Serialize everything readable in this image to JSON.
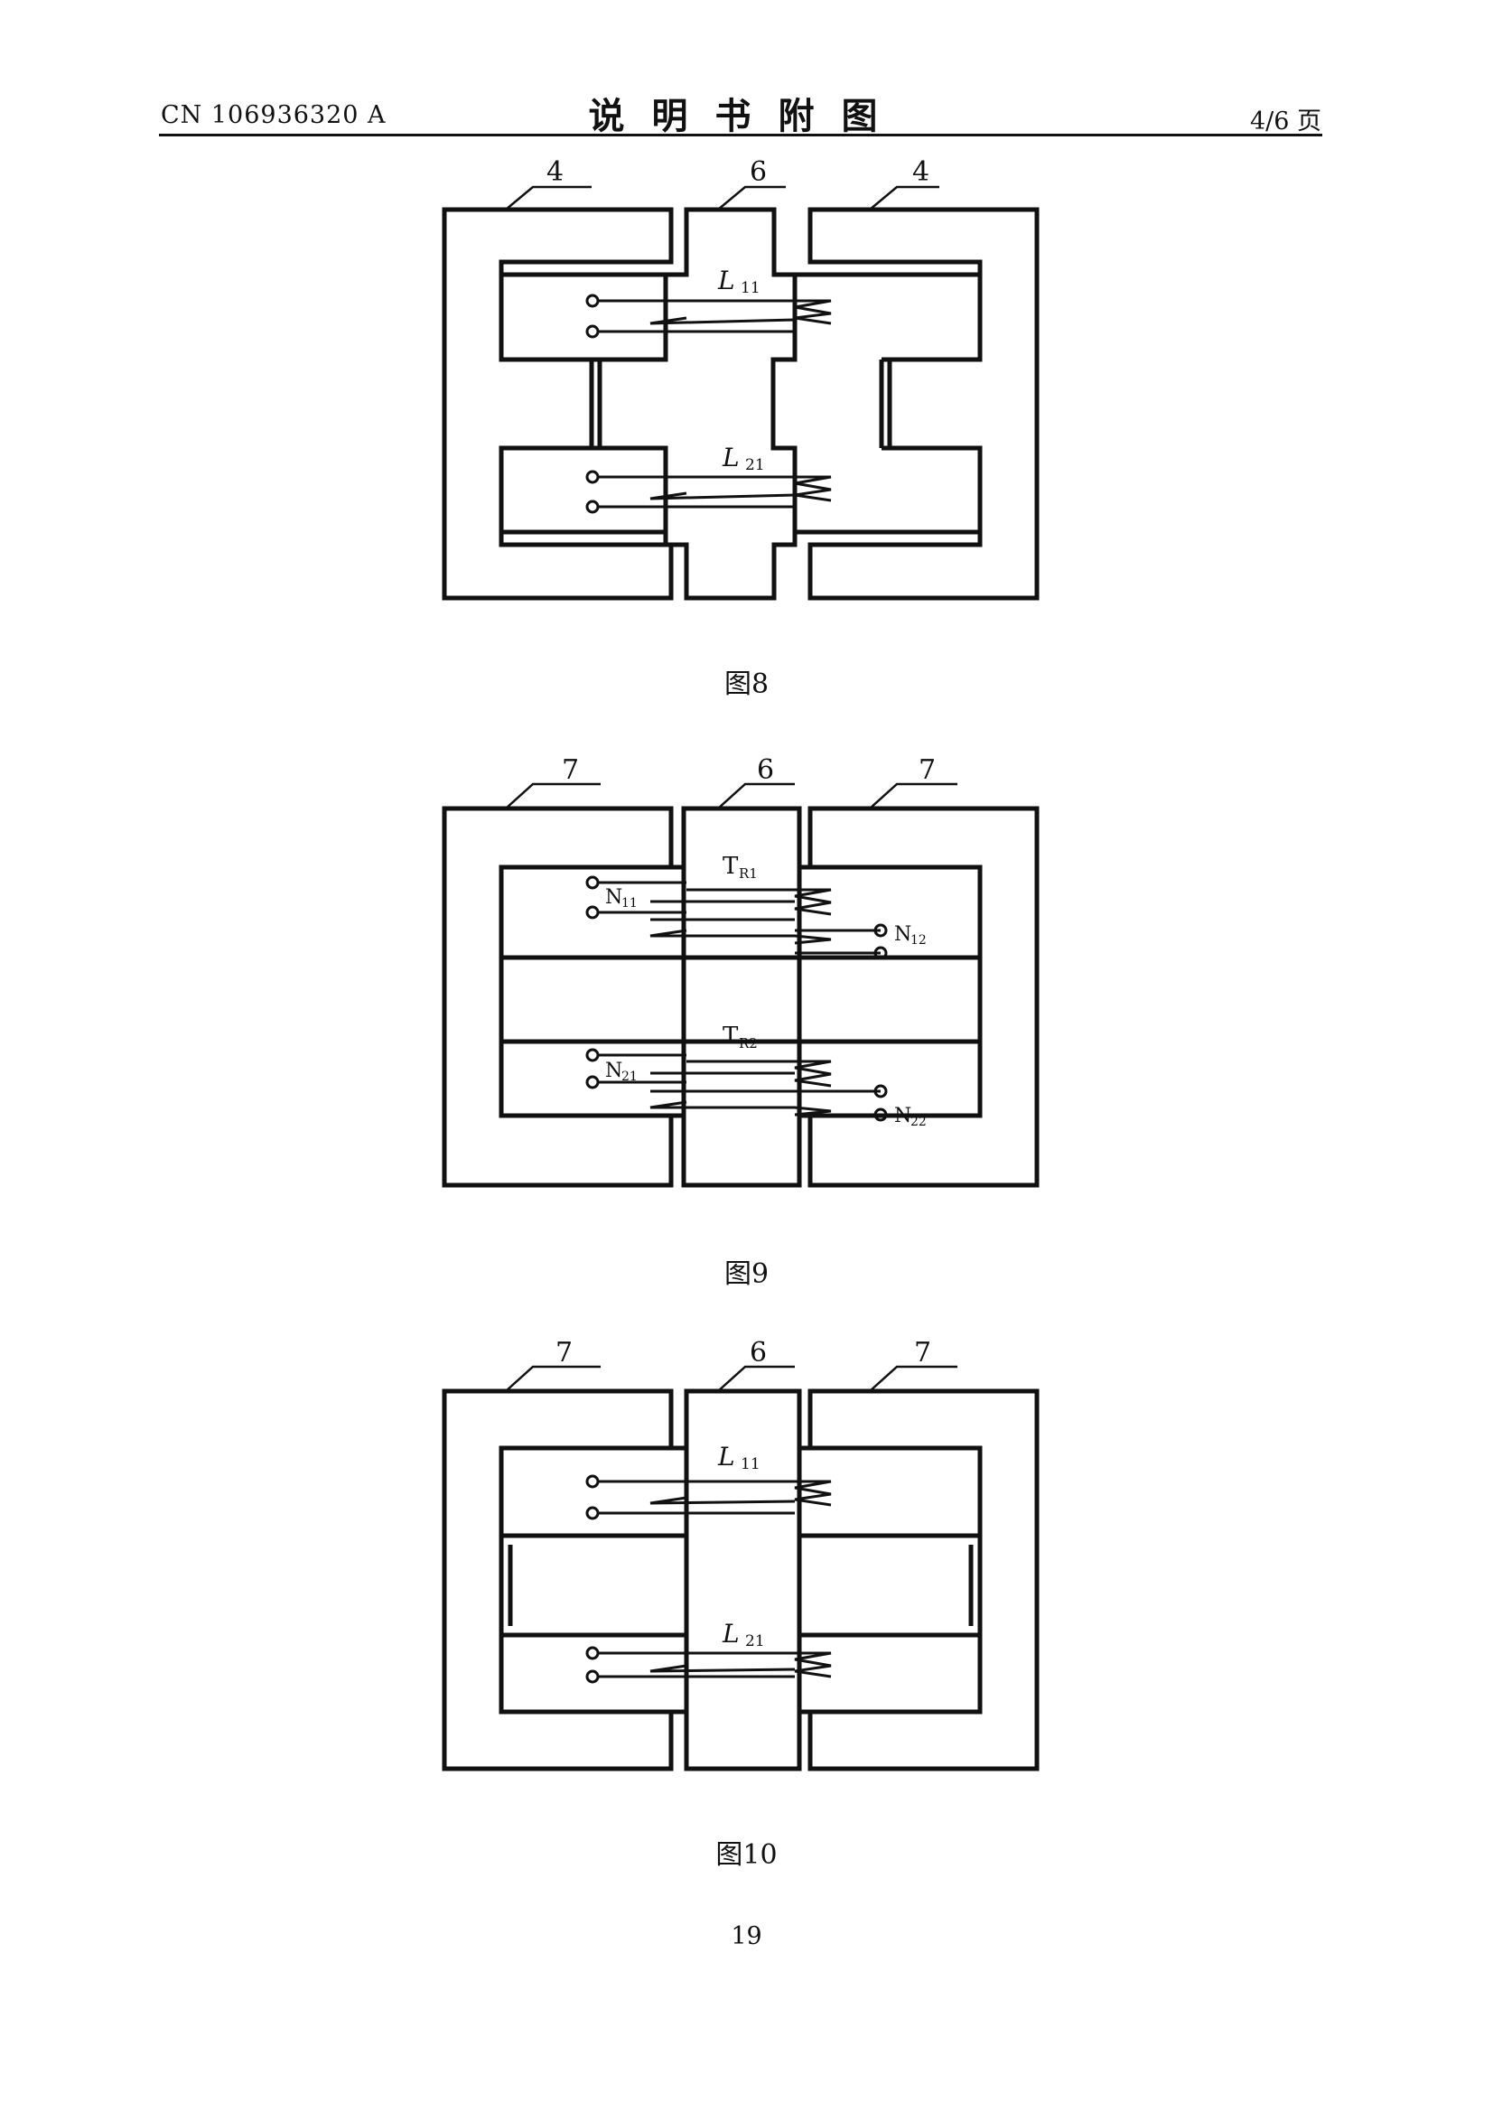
{
  "header": {
    "doc_number": "CN 106936320 A",
    "title": "说明书附图",
    "page_indicator": "4/6 页"
  },
  "figures": [
    {
      "caption": "图8",
      "labels": {
        "left": "4",
        "center": "6",
        "right": "4"
      },
      "windings": [
        {
          "main": "L",
          "sub": "11"
        },
        {
          "main": "L",
          "sub": "21"
        }
      ]
    },
    {
      "caption": "图9",
      "labels": {
        "left": "7",
        "center": "6",
        "right": "7"
      },
      "windings": [
        {
          "main": "T",
          "sub": "R1",
          "primary_main": "N",
          "primary_sub": "11",
          "secondary_main": "N",
          "secondary_sub": "12"
        },
        {
          "main": "T",
          "sub": "R2",
          "primary_main": "N",
          "primary_sub": "21",
          "secondary_main": "N",
          "secondary_sub": "22"
        }
      ]
    },
    {
      "caption": "图10",
      "labels": {
        "left": "7",
        "center": "6",
        "right": "7"
      },
      "windings": [
        {
          "main": "L",
          "sub": "11"
        },
        {
          "main": "L",
          "sub": "21"
        }
      ]
    }
  ],
  "page_number": "19"
}
